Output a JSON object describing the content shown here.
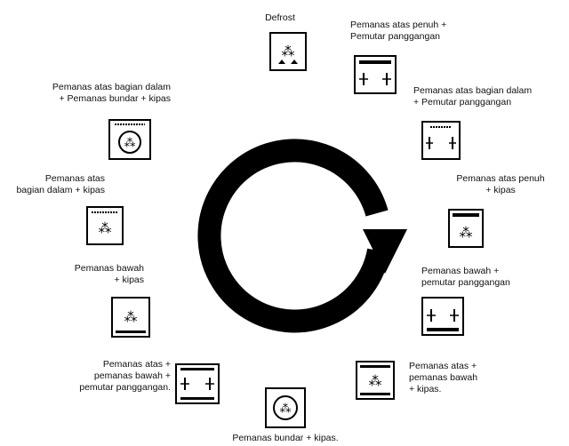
{
  "modes": [
    {
      "id": "defrost",
      "label": "Defrost",
      "icon": "defrost-icon"
    },
    {
      "id": "full-top-rotisserie",
      "label": "Pemanas atas penuh +\nPemutar panggangan",
      "icon": "full-top-heater-rotisserie-icon"
    },
    {
      "id": "inner-top-rotisserie",
      "label": "Pemanas atas bagian dalam\n+ Pemutar panggangan",
      "icon": "inner-top-heater-rotisserie-icon"
    },
    {
      "id": "full-top-fan",
      "label": "Pemanas atas penuh\n+ kipas",
      "icon": "full-top-heater-fan-icon"
    },
    {
      "id": "bottom-rotisserie",
      "label": "Pemanas bawah +\npemutar panggangan",
      "icon": "bottom-heater-rotisserie-icon"
    },
    {
      "id": "top-bottom-fan",
      "label": "Pemanas atas +\npemanas bawah\n+ kipas.",
      "icon": "top-bottom-heater-fan-icon"
    },
    {
      "id": "ring-fan",
      "label": "Pemanas bundar + kipas.",
      "icon": "ring-heater-fan-icon"
    },
    {
      "id": "top-bottom-rotisserie",
      "label": "Pemanas atas +\npemanas bawah +\npemutar panggangan.",
      "icon": "top-bottom-heater-rotisserie-icon"
    },
    {
      "id": "bottom-fan",
      "label": "Pemanas bawah\n+ kipas",
      "icon": "bottom-heater-fan-icon"
    },
    {
      "id": "inner-top-fan",
      "label": "Pemanas atas\nbagian dalam + kipas",
      "icon": "inner-top-heater-fan-icon"
    },
    {
      "id": "inner-top-ring-fan",
      "label": "Pemanas atas bagian dalam\n+ Pemanas bundar + kipas",
      "icon": "inner-top-ring-heater-fan-icon"
    }
  ],
  "cycle_arrow": {
    "direction": "clockwise",
    "icon": "clockwise-cycle-arrow-icon"
  }
}
